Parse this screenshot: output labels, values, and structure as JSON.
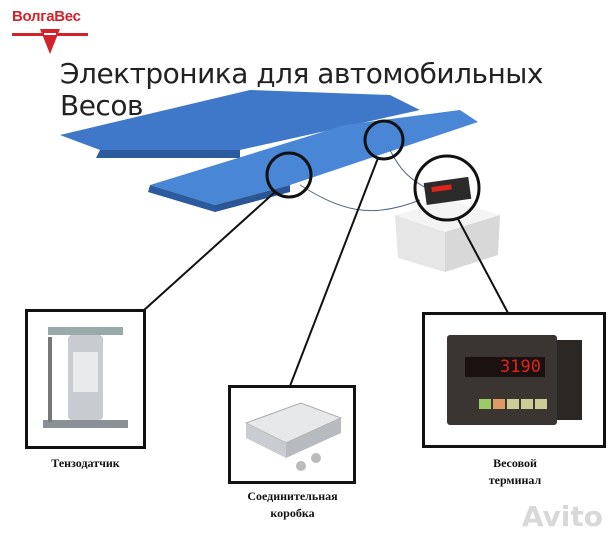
{
  "logo": {
    "text": "ВолгаВес",
    "color": "#d2232a"
  },
  "title": {
    "line1": "Электроника для автомобильных",
    "line2": "Весов"
  },
  "components": [
    {
      "label": "Тензодатчик"
    },
    {
      "label_line1": "Соединительная",
      "label_line2": "коробка"
    },
    {
      "label_line1": "Весовой",
      "label_line2": "терминал"
    }
  ],
  "terminal_display": "3190",
  "watermark": "Avito",
  "colors": {
    "platform": "#3f78c8",
    "display": "#e0241b"
  }
}
